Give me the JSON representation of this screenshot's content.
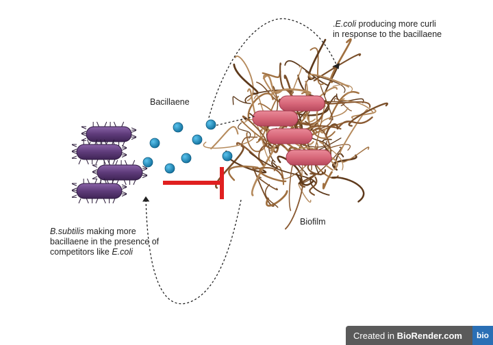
{
  "labels": {
    "bacillaene": "Bacillaene",
    "biofilm": "Biofilm",
    "ecoli_prefix": ".",
    "ecoli_italic": "E.coli",
    "ecoli_rest": " producing more curli in response to the bacillaene",
    "bsub_italic": "B.subtilis",
    "bsub_rest": " making more bacillaene in the presence of competitors like ",
    "bsub_italic2": "E.coli"
  },
  "watermark": {
    "prefix": "Created in ",
    "brand": "BioRender.com",
    "logo": "bio"
  },
  "colors": {
    "bsubtilis": "#5e3b7a",
    "bacillaene": "#1f8fc4",
    "ecoli": "#d8687a",
    "curli": "#8a5a32",
    "inhibition": "#e02020",
    "arrow": "#222222"
  },
  "icons": [
    "bsubtilis-cell-icon",
    "bacillaene-molecule-icon",
    "ecoli-cell-icon",
    "curli-fiber-icon",
    "inhibition-icon"
  ]
}
